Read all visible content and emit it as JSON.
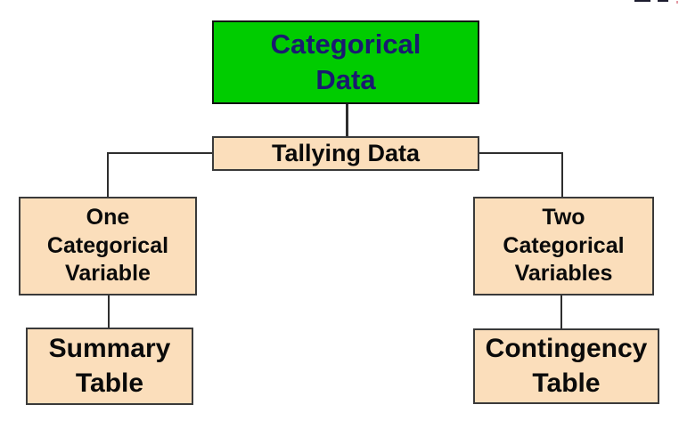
{
  "colors": {
    "page_bg": "#ffffff",
    "green_fill": "#00cc00",
    "green_border": "#111111",
    "tan_fill": "#fbdebb",
    "tan_border": "#3a3a3a",
    "navy_text": "#1a1a70",
    "black_text": "#0a0a0a",
    "line_color": "#2e2e2e",
    "frag_dark": "#1c1c2e",
    "frag_pink": "#e39aa4"
  },
  "diagram": {
    "type": "flowchart",
    "nodes": {
      "categorical_data": {
        "label": "Categorical\nData"
      },
      "tallying_data": {
        "label": "Tallying Data"
      },
      "one_categorical_variable": {
        "label": "One\nCategorical\nVariable"
      },
      "two_categorical_variables": {
        "label": "Two\nCategorical\nVariables"
      },
      "summary_table": {
        "label": "Summary\nTable"
      },
      "contingency_table": {
        "label": "Contingency\nTable"
      }
    },
    "edges": [
      [
        "categorical_data",
        "tallying_data"
      ],
      [
        "tallying_data",
        "one_categorical_variable"
      ],
      [
        "tallying_data",
        "two_categorical_variables"
      ],
      [
        "one_categorical_variable",
        "summary_table"
      ],
      [
        "two_categorical_variables",
        "contingency_table"
      ]
    ]
  }
}
